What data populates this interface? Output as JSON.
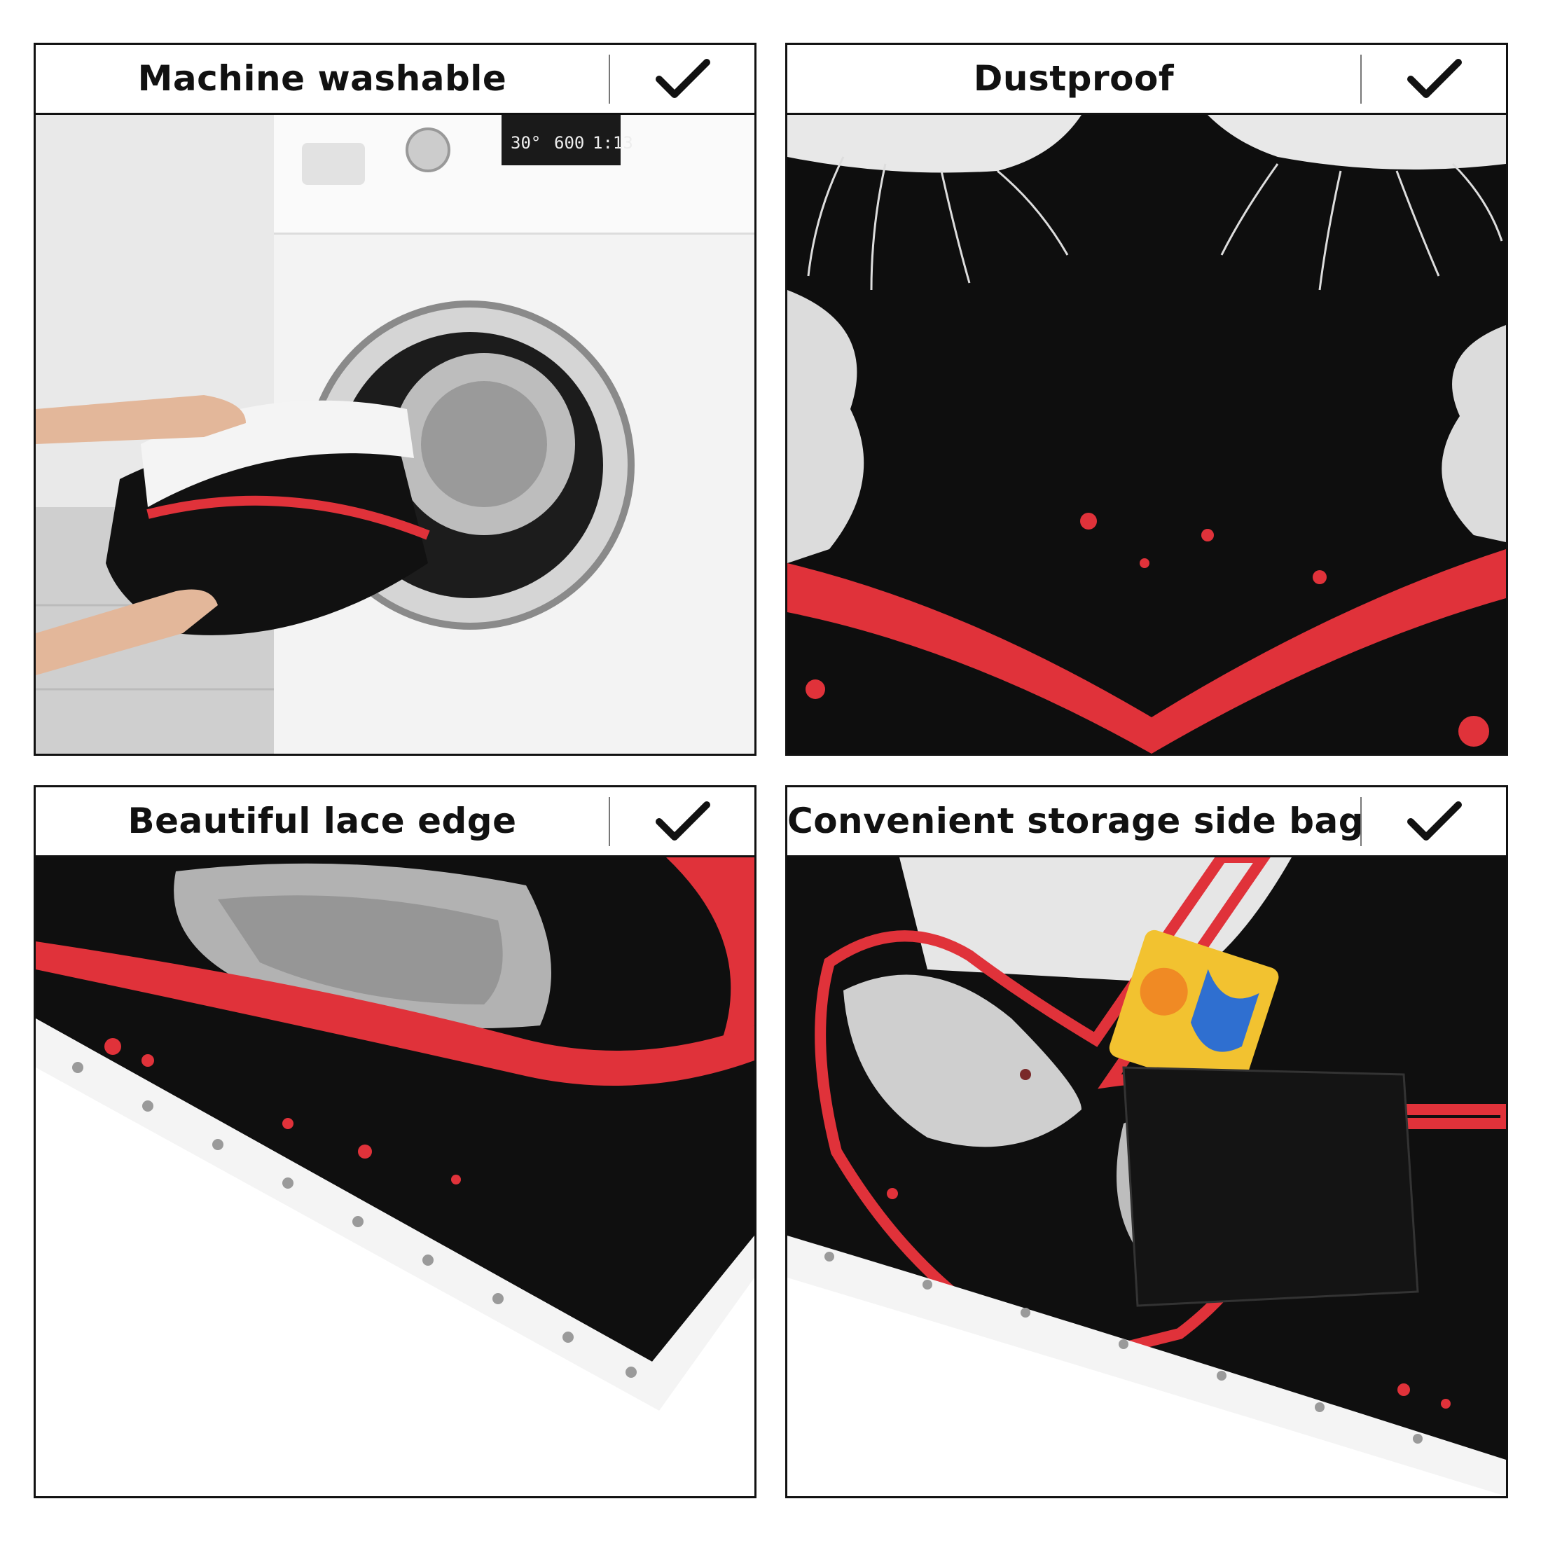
{
  "panels": [
    {
      "title": "Machine washable",
      "check_icon": "checkmark-icon"
    },
    {
      "title": "Dustproof",
      "check_icon": "checkmark-icon"
    },
    {
      "title": "Beautiful lace edge",
      "check_icon": "checkmark-icon"
    },
    {
      "title": "Convenient storage side bag",
      "check_icon": "checkmark-icon"
    }
  ],
  "washer_display": {
    "temp": "30°",
    "spin": "600",
    "time": "1:13"
  },
  "colors": {
    "accent_red": "#e0323a",
    "fabric_black": "#111111",
    "lace_white": "#f4f4f4",
    "border": "#111111"
  }
}
